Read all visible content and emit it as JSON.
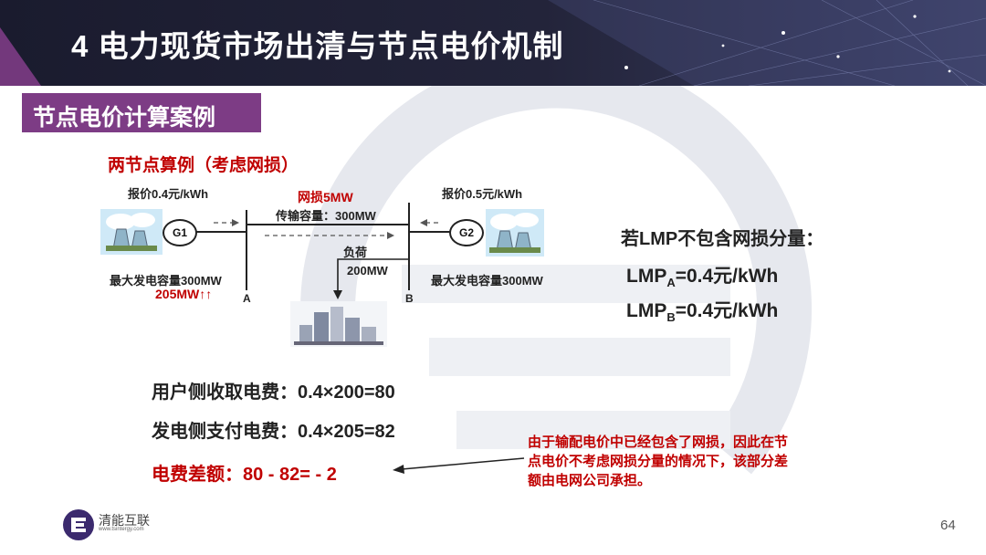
{
  "slide": {
    "title": "4 电力现货市场出清与节点电价机制",
    "subtitle": "节点电价计算案例",
    "page_number": "64"
  },
  "diagram": {
    "heading": "两节点算例（考虑网损）",
    "g1": {
      "label": "G1",
      "price": "报价0.4元/kWh",
      "capacity": "最大发电容量300MW",
      "output": "205MW↑↑"
    },
    "g2": {
      "label": "G2",
      "price": "报价0.5元/kWh",
      "capacity": "最大发电容量300MW"
    },
    "line": {
      "loss": "网损5MW",
      "capacity": "传输容量：300MW"
    },
    "load": {
      "label": "负荷",
      "value": "200MW"
    },
    "node_a": "A",
    "node_b": "B"
  },
  "lmp": {
    "heading": "若LMP不包含网损分量：",
    "a": {
      "prefix": "LMP",
      "sub": "A",
      "value": "=0.4元/kWh"
    },
    "b": {
      "prefix": "LMP",
      "sub": "B",
      "value": "=0.4元/kWh"
    }
  },
  "calc": {
    "user_fee": "用户侧收取电费：0.4×200=80",
    "gen_fee": "发电侧支付电费：0.4×205=82",
    "diff": "电费差额：80 - 82= - 2"
  },
  "note": {
    "line1": "由于输配电价中已经包含了网损，因此在节",
    "line2": "点电价不考虑网损分量的情况下，该部分差",
    "line3": "额由电网公司承担。"
  },
  "logo": {
    "name": "清能互联",
    "url": "www.tsintergy.com"
  },
  "colors": {
    "header_bg": "#1e1f33",
    "accent_purple": "#7d3c85",
    "red": "#c00000"
  }
}
